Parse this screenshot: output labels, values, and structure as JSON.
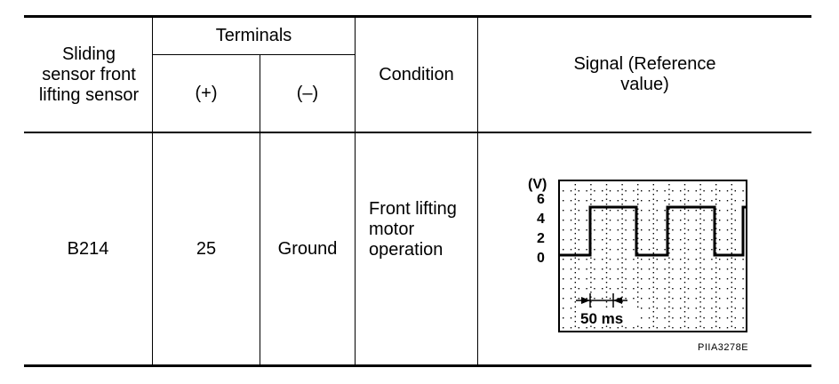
{
  "header": {
    "col1": "Sliding sensor front lifting sensor",
    "terminals": "Terminals",
    "plus": "(+)",
    "minus": "(–)",
    "condition": "Condition",
    "signal": "Signal (Reference value)"
  },
  "row": {
    "connector": "B214",
    "plus": "25",
    "minus": "Ground",
    "condition": "Front lifting motor operation"
  },
  "scope": {
    "unit": "(V)",
    "ticks": [
      "6",
      "4",
      "2",
      "0"
    ],
    "time_label": "50 ms",
    "figure_code": "PIIA3278E",
    "low_level": 0,
    "high_level": 5
  }
}
